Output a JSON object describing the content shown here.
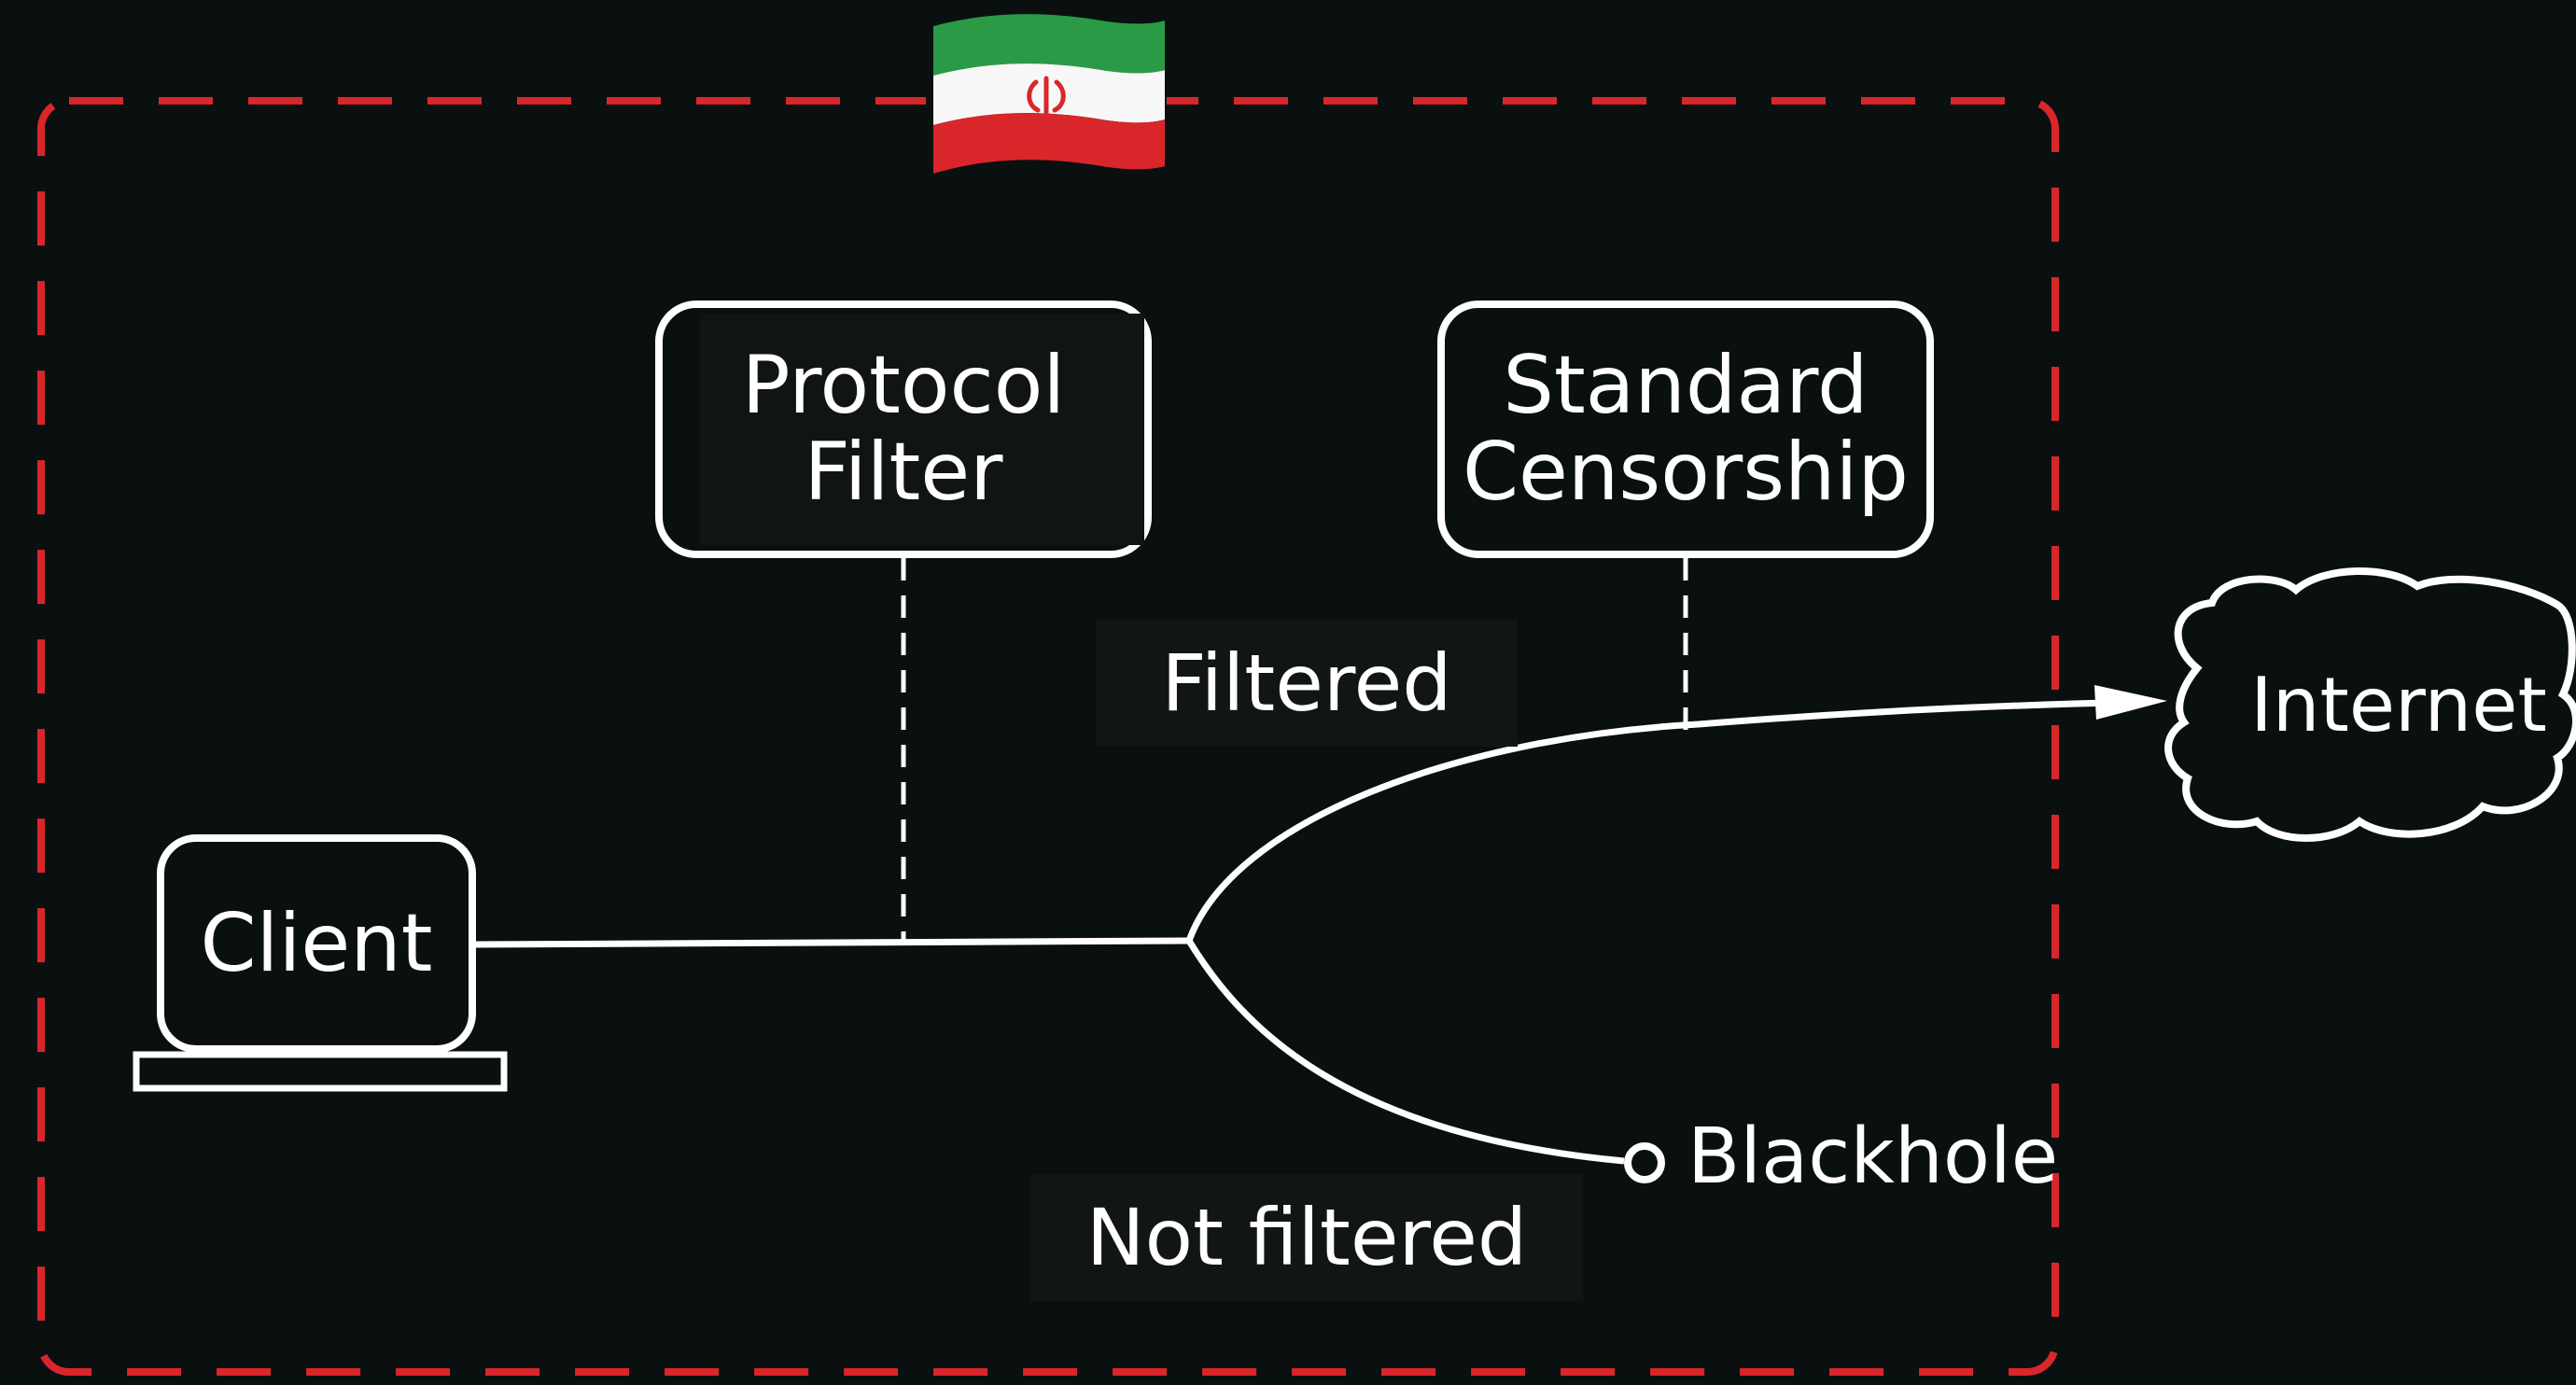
{
  "diagram": {
    "nodes": {
      "protocol_filter": {
        "line1": "Protocol",
        "line2": "Filter"
      },
      "standard_censorship": {
        "line1": "Standard",
        "line2": "Censorship"
      },
      "client": {
        "label": "Client"
      },
      "internet": {
        "label": "Internet"
      },
      "blackhole": {
        "label": "Blackhole"
      }
    },
    "edge_labels": {
      "filtered": "Filtered",
      "not_filtered": "Not filtered"
    },
    "region": {
      "flag_icon": "iran-flag-icon",
      "border_color": "#d9262b"
    },
    "colors": {
      "background": "#0a0f0f",
      "stroke": "#ffffff",
      "flag_green": "#2a9a46",
      "flag_white": "#f7f7f7",
      "flag_red": "#d8262a"
    }
  }
}
